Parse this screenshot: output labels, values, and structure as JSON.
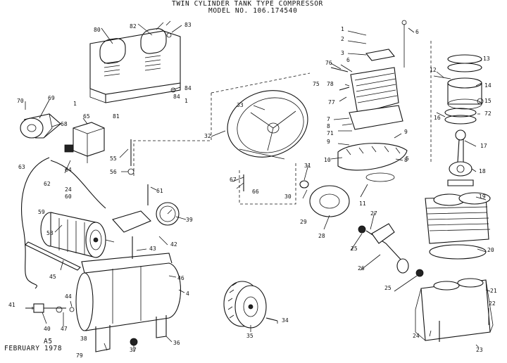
{
  "title": {
    "line1": "TWIN CYLINDER TANK TYPE COMPRESSOR",
    "line2": "MODEL NO. 106.174540"
  },
  "footer": {
    "code": "A5",
    "date": "FEBRUARY 1978"
  },
  "callouts": {
    "c1": "1",
    "c2": "2",
    "c3": "3",
    "c4": "4",
    "c5": "5",
    "c6": "6",
    "c6b": "6",
    "c7": "7",
    "c8": "8",
    "c8b": "8",
    "c9": "9",
    "c9b": "9",
    "c10": "10",
    "c11": "11",
    "c12": "12",
    "c13": "13",
    "c14": "14",
    "c15": "15",
    "c16": "16",
    "c17": "17",
    "c18": "18",
    "c19": "19",
    "c20": "20",
    "c21": "21",
    "c22": "22",
    "c23": "23",
    "c24": "24",
    "c24b": "24",
    "c25": "25",
    "c25b": "25",
    "c26": "26",
    "c27": "27",
    "c28": "28",
    "c29": "29",
    "c30": "30",
    "c31": "31",
    "c32": "32",
    "c33": "33",
    "c34": "34",
    "c35": "35",
    "c36": "36",
    "c37": "37",
    "c38": "38",
    "c39": "39",
    "c40": "40",
    "c41": "41",
    "c42": "42",
    "c43": "43",
    "c44": "44",
    "c45": "45",
    "c46": "46",
    "c47": "47",
    "c55": "55",
    "c56": "56",
    "c58": "58",
    "c59": "59",
    "c60": "60",
    "c61": "61",
    "c62": "62",
    "c63": "63",
    "c64": "64",
    "c65": "65",
    "c66": "66",
    "c67": "67",
    "c68": "68",
    "c69": "69",
    "c70": "70",
    "c71": "71",
    "c72": "72",
    "c75": "75",
    "c76": "76",
    "c77": "77",
    "c78": "78",
    "c79": "79",
    "c80": "80",
    "c81": "81",
    "c82": "82",
    "c83": "83",
    "c84": "84",
    "c84b": "84",
    "c1b": "1",
    "c1c": "1"
  }
}
